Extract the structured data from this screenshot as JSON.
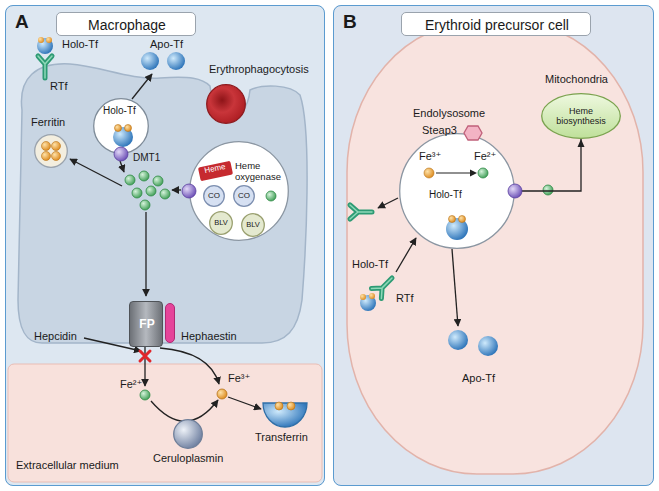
{
  "diagram": {
    "nodes": [
      {
        "text": [
          "A"
        ]
      },
      {
        "text": [
          "Macrophage"
        ],
        "in": 0
      },
      {
        "text": [
          "Erythrophagocytosis"
        ],
        "in": 0
      },
      {
        "text": [
          "Holo-Tf"
        ],
        "in": 0
      },
      {
        "text": [
          "Ferritin"
        ],
        "in": 0
      },
      {
        "text": [
          "Heme oxygenase"
        ],
        "in": 0
      },
      {
        "text": [
          "Heme"
        ],
        "in": 5
      },
      {
        "text": [
          "CO"
        ],
        "in": 5
      },
      {
        "text": [
          "CO"
        ],
        "in": 5
      },
      {
        "text": [
          "BLV"
        ],
        "in": 5
      },
      {
        "text": [
          "BLV"
        ],
        "in": 5
      },
      {
        "text": [
          "FP"
        ],
        "in": 0
      },
      {
        "text": [
          "Hephaestin"
        ],
        "in": 0
      },
      {
        "text": [
          "Extracellular medium"
        ],
        "in": 0
      },
      {
        "text": [
          "Transferrin"
        ],
        "in": 13
      },
      {
        "text": [
          "Ceruloplasmin"
        ],
        "in": 13
      },
      {
        "text": [
          "B"
        ]
      },
      {
        "text": [
          "Erythroid precursor cell"
        ],
        "in": 16
      },
      {
        "text": [
          "Endolysosome",
          "Holo-Tf"
        ],
        "in": 16
      },
      {
        "text": [
          "Steap3"
        ],
        "in": 18
      },
      {
        "text": [
          "Mitochondria",
          "Heme biosynthesis"
        ],
        "in": 16
      }
    ],
    "edges": [
      {
        "from": 18,
        "to": 20,
        "arrow": "to"
      }
    ],
    "labels": [
      "Holo-Tf",
      "RTf",
      "Apo-Tf",
      "DMT1",
      "Hepcidin",
      "Fe²⁺",
      "Fe³⁺",
      "Fe³⁺",
      "Fe²⁺",
      "Holo-Tf",
      "RTf",
      "Apo-Tf"
    ]
  }
}
